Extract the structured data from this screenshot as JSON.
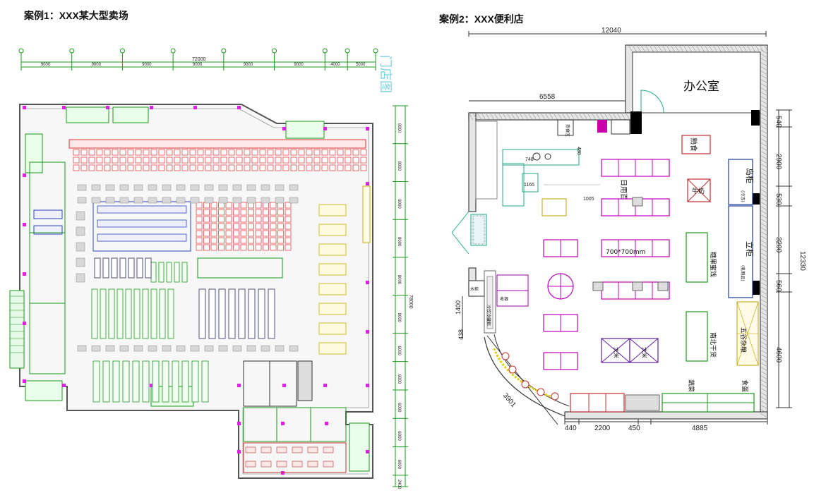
{
  "case1": {
    "title": "案例1：XXX某大型卖场",
    "stamp": "门店图",
    "dims_top": [
      "9000",
      "9000",
      "9000",
      "9000",
      "9000",
      "9000",
      "4000",
      "5000"
    ],
    "dim_total": "72000",
    "dims_right": [
      "8000",
      "8000",
      "8000",
      "8000",
      "8000",
      "8000",
      "6000",
      "6000",
      "6000",
      "6000",
      "6000",
      "2400"
    ],
    "dim_right_total": "78000"
  },
  "case2": {
    "title": "案例2：XXX便利店",
    "dim_top_total": "12040",
    "dim_left_top": "6558",
    "dims_right": [
      "540",
      "2900",
      "530",
      "3200",
      "560",
      "4600"
    ],
    "dim_right_total": "12330",
    "dims_bottom": [
      "440",
      "2200",
      "450",
      "4885"
    ],
    "dim_diag": "3901",
    "dims_left": [
      "1400",
      "438"
    ],
    "dim_small": [
      "748",
      "1165",
      "1005",
      "480"
    ],
    "rooms": {
      "office": "办公室",
      "hot_food": "热食区",
      "cooked": "熟食",
      "daily_goods": "日用百货",
      "milk": "牛奶",
      "island_cabinet": "岛柜",
      "island_sub": "(冷冻)",
      "vertical_cabinet": "立柜",
      "vertical_sub": "(乳制品)",
      "candy": "糖果蜜饯",
      "south_north": "南北干货",
      "grain": "五谷杂粮",
      "shelf_size": "700*700mm",
      "vegetables": "蔬菜",
      "fruit": "食蛋",
      "cold_drinks": "冷饮冷藏柜",
      "rice": "大米",
      "rice2": "大米",
      "water": "水柜",
      "cash": "收银"
    }
  }
}
